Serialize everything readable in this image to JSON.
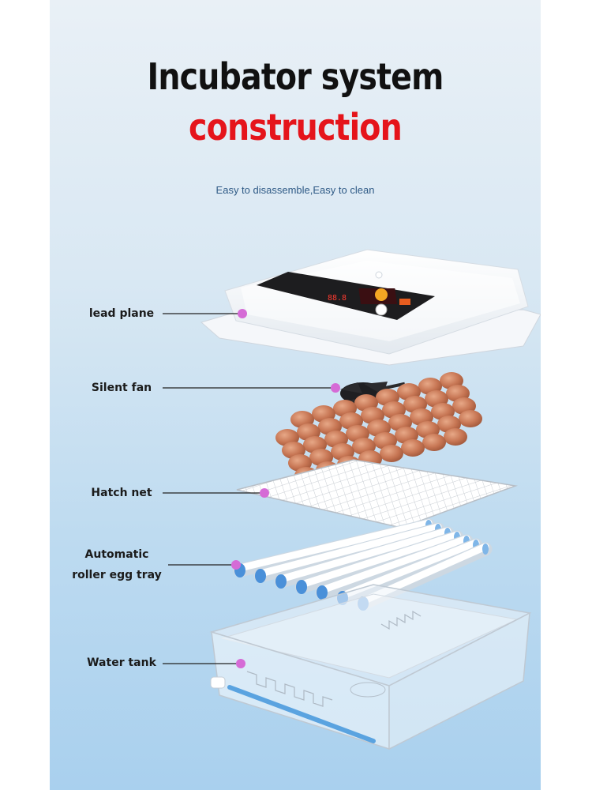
{
  "title_line1": "Incubator system",
  "title_line2": "construction",
  "subtitle": "Easy to disassemble,Easy to clean",
  "labels": {
    "lead_plane": "lead plane",
    "silent_fan": "Silent fan",
    "hatch_net": "Hatch net",
    "roller_tray_line1": "Automatic",
    "roller_tray_line2": "roller egg tray",
    "water_tank": "Water tank"
  },
  "colors": {
    "title_accent": "#e5141b",
    "marker": "#d56bd6",
    "egg": "#c0714e",
    "roller_cap": "#4a90d9"
  },
  "icons": [
    "incubator-lid-icon",
    "fan-icon",
    "eggs-icon",
    "hatch-net-icon",
    "roller-tray-icon",
    "water-tank-icon"
  ]
}
